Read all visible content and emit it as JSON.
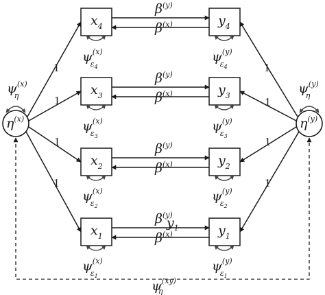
{
  "latent": {
    "x": {
      "symbol": "η",
      "sup": "(x)",
      "var_symbol": "ψ",
      "var_sub": "η",
      "var_sup": "(x)"
    },
    "y": {
      "symbol": "η",
      "sup": "(y)",
      "var_symbol": "ψ",
      "var_sub": "η",
      "var_sup": "(y)"
    }
  },
  "rows": [
    {
      "x_var": "x",
      "x_sub": "4",
      "y_var": "y",
      "y_sub": "4",
      "eps_sub": "4"
    },
    {
      "x_var": "x",
      "x_sub": "3",
      "y_var": "y",
      "y_sub": "3",
      "eps_sub": "3"
    },
    {
      "x_var": "x",
      "x_sub": "2",
      "y_var": "y",
      "y_sub": "2",
      "eps_sub": "2"
    },
    {
      "x_var": "x",
      "x_sub": "1",
      "y_var": "y",
      "y_sub": "1",
      "eps_sub": "1"
    }
  ],
  "paths": {
    "beta_y": {
      "symbol": "β",
      "sup": "(y)"
    },
    "beta_x": {
      "symbol": "β",
      "sup": "(x)"
    },
    "eps_x": {
      "symbol": "ψ",
      "sub": "ε",
      "sup": "(x)"
    },
    "eps_y": {
      "symbol": "ψ",
      "sub": "ε",
      "sup": "(y)"
    },
    "loading": "1",
    "stray_label": {
      "symbol": "y",
      "sub": "1"
    }
  },
  "covariance": {
    "symbol": "ψ",
    "sub": "η",
    "sup": "(xy)"
  }
}
